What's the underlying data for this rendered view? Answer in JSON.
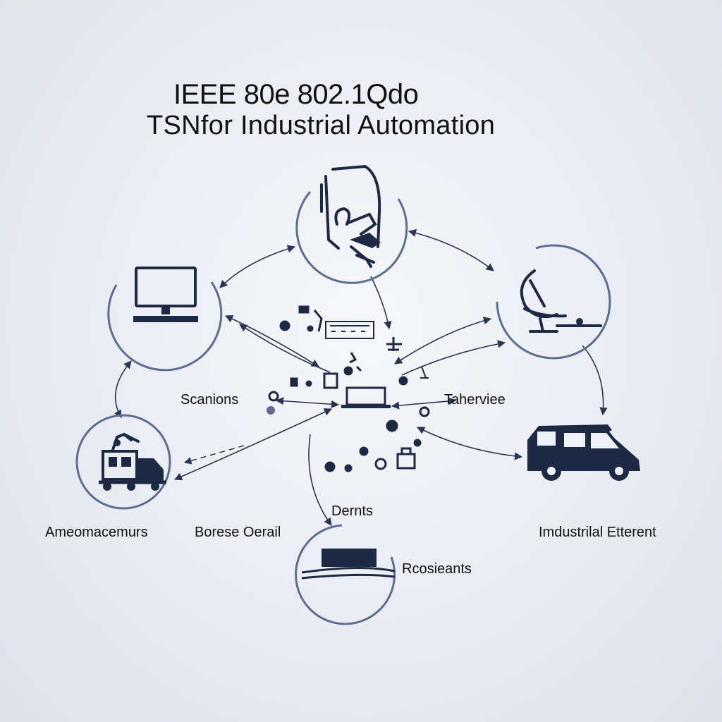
{
  "title": {
    "line1": "IEEE 80e 802.1Qdo",
    "line2": "TSNfor Industrial  Automation"
  },
  "labels": {
    "scanions": "Scanions",
    "taherviee": "Taherviee",
    "dernts": "Dernts",
    "ameomacemurs": "Ameomacemurs",
    "borese_oerail": "Borese Oerail",
    "industrial_etterent": "Imdustrilal Etterent",
    "rcosieants": "Rcosieants"
  },
  "colors": {
    "ring": "#5c6d8f",
    "icon": "#1e2a44",
    "arrow": "#2a3550",
    "text": "#111111"
  },
  "icons": [
    "robot-arm-icon",
    "desktop-computer-icon",
    "satellite-dish-icon",
    "cargo-truck-icon",
    "van-icon",
    "display-panel-icon",
    "laptop-hub-icon"
  ]
}
